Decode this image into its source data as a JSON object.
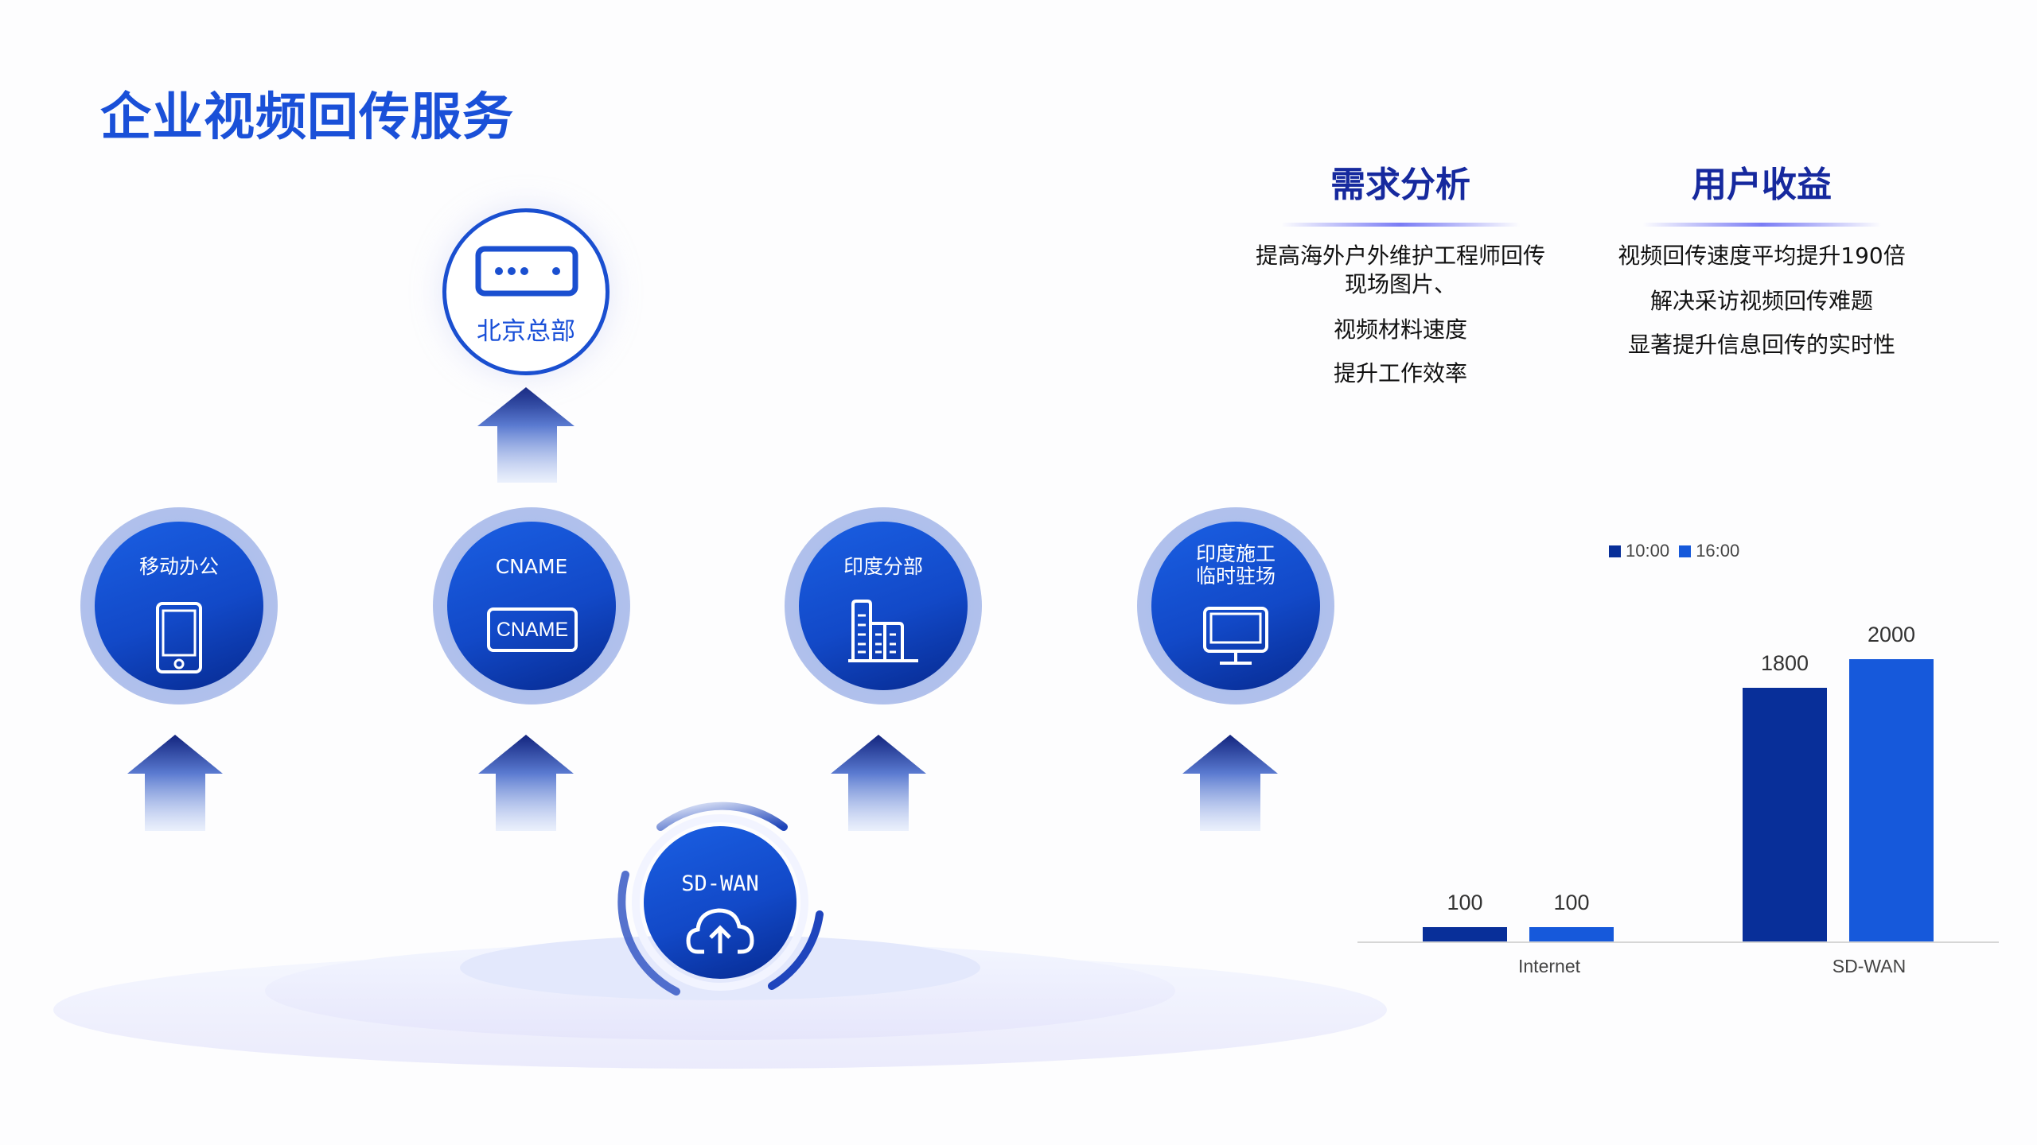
{
  "title": "企业视频回传服务",
  "needs": {
    "heading": "需求分析",
    "items": [
      "提高海外户外维护工程师回传",
      "现场图片、",
      "视频材料速度",
      "提升工作效率"
    ]
  },
  "benefits": {
    "heading": "用户收益",
    "items": [
      "视频回传速度平均提升190倍",
      "解决采访视频回传难题",
      "显著提升信息回传的实时性"
    ]
  },
  "diagram": {
    "hq": {
      "label": "北京总部",
      "icon": "server-icon"
    },
    "nodes": [
      {
        "label": "移动办公",
        "icon": "phone-icon"
      },
      {
        "label": "CNAME",
        "icon": "cname-icon",
        "icon_text": "CNAME"
      },
      {
        "label": "印度分部",
        "icon": "building-icon"
      },
      {
        "label": "印度施工临时驻场",
        "lines": [
          "印度施工",
          "临时驻场"
        ],
        "icon": "monitor-icon"
      }
    ],
    "hub": {
      "label": "SD-WAN",
      "icon": "cloud-upload-icon"
    }
  },
  "colors": {
    "title": "#1a50d8",
    "heading": "#16299e",
    "series1": "#082f99",
    "series2": "#1659db"
  },
  "chart_data": {
    "type": "bar",
    "categories": [
      "Internet",
      "SD-WAN"
    ],
    "series": [
      {
        "name": "10:00",
        "values": [
          100,
          1800
        ],
        "color": "#082f99"
      },
      {
        "name": "16:00",
        "values": [
          100,
          2000
        ],
        "color": "#1659db"
      }
    ],
    "ylim": [
      0,
      2000
    ],
    "legend": "top",
    "grid": false
  }
}
